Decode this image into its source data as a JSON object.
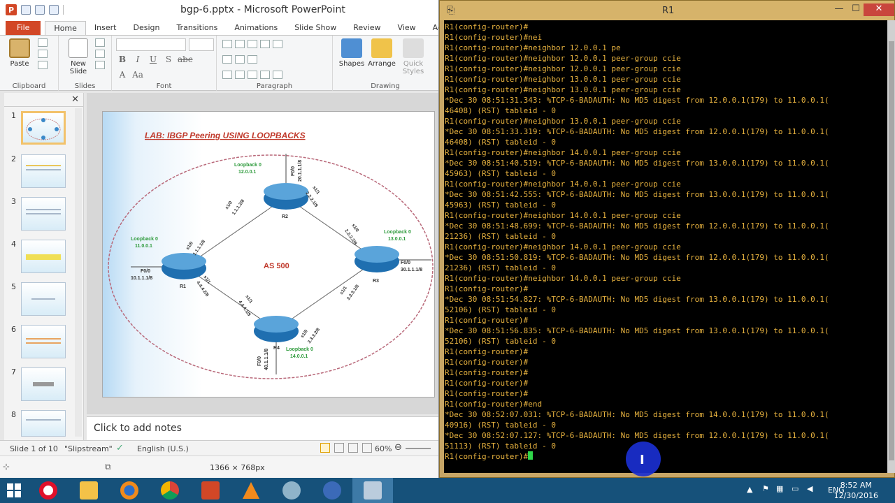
{
  "ppt": {
    "doc_title": "bgp-6.pptx - Microsoft PowerPoint",
    "tabs": [
      "File",
      "Home",
      "Insert",
      "Design",
      "Transitions",
      "Animations",
      "Slide Show",
      "Review",
      "View",
      "Add-I"
    ],
    "groups": {
      "clipboard": "Clipboard",
      "slides": "Slides",
      "font": "Font",
      "paragraph": "Paragraph",
      "drawing": "Drawing"
    },
    "buttons": {
      "paste": "Paste",
      "new_slide_1": "New",
      "new_slide_2": "Slide",
      "shapes": "Shapes",
      "arrange": "Arrange",
      "quick_1": "Quick",
      "quick_2": "Styles"
    },
    "thumbnails": [
      "1",
      "2",
      "3",
      "4",
      "5",
      "6",
      "7",
      "8"
    ],
    "notes_placeholder": "Click to add notes",
    "status": {
      "slide": "Slide 1 of 10",
      "theme": "\"Slipstream\"",
      "language": "English (U.S.)",
      "zoom": "60%"
    },
    "info": {
      "dimensions": "1366 × 768px"
    },
    "slide": {
      "title": "LAB: IBGP Peering USING LOOPBACKS",
      "as_label": "AS 500",
      "r1": "R1",
      "r2": "R2",
      "r3": "R3",
      "r4": "R4",
      "lb_r2_1": "Loopback 0",
      "lb_r2_2": "12.0.0.1",
      "lb_r1_1": "Loopback 0",
      "lb_r1_2": "11.0.0.1",
      "lb_r3_1": "Loopback 0",
      "lb_r3_2": "13.0.0.1",
      "lb_r4_1": "Loopback 0",
      "lb_r4_2": "14.0.0.1",
      "r1_f00_1": "F0/0",
      "r1_f00_2": "10.1.1.1/8",
      "r4_f00": "F0/0",
      "r4_ip": "40.1.1.1/8",
      "r2_f00": "F0/0",
      "r2_ip": "20.1.1.1/8",
      "r3_f00": "F0/0",
      "r3_ip": "30.1.1.1/8",
      "l_r1r2_a": "s1/0",
      "l_r1r2_b": "1.1.1.1/8",
      "l_r2r1_a": "s1/0",
      "l_r2r1_b": "1.1.1.2/8",
      "l_r2r3_a": "s1/1",
      "l_r2r3_b": "2.2.2.1/8",
      "l_r3r2_a": "s1/0",
      "l_r3r2_b": "2.2.2.2/8",
      "l_r1r4_a": "s1/1",
      "l_r1r4_b": "4.4.4.2/8",
      "l_r4r1_a": "s1/1",
      "l_r4r1_b": "4.4.4.1/8",
      "l_r3r4_a": "s1/1",
      "l_r3r4_b": "3.3.3.1/8",
      "l_r4r3_a": "s1/0",
      "l_r4r3_b": "3.3.3.2/8"
    }
  },
  "terminal": {
    "title": "R1",
    "lines": [
      "R1(config-router)#",
      "R1(config-router)#nei",
      "R1(config-router)#neighbor 12.0.0.1 pe",
      "R1(config-router)#neighbor 12.0.0.1 peer-group ccie",
      "R1(config-router)#neighbor 12.0.0.1 peer-group ccie",
      "R1(config-router)#neighbor 13.0.0.1 peer-group ccie",
      "R1(config-router)#neighbor 13.0.0.1 peer-group ccie",
      "*Dec 30 08:51:31.343: %TCP-6-BADAUTH: No MD5 digest from 12.0.0.1(179) to 11.0.0.1(",
      "46408) (RST) tableid - 0",
      "R1(config-router)#neighbor 13.0.0.1 peer-group ccie",
      "*Dec 30 08:51:33.319: %TCP-6-BADAUTH: No MD5 digest from 12.0.0.1(179) to 11.0.0.1(",
      "46408) (RST) tableid - 0",
      "R1(config-router)#neighbor 14.0.0.1 peer-group ccie",
      "*Dec 30 08:51:40.519: %TCP-6-BADAUTH: No MD5 digest from 13.0.0.1(179) to 11.0.0.1(",
      "45963) (RST) tableid - 0",
      "R1(config-router)#neighbor 14.0.0.1 peer-group ccie",
      "*Dec 30 08:51:42.555: %TCP-6-BADAUTH: No MD5 digest from 13.0.0.1(179) to 11.0.0.1(",
      "45963) (RST) tableid - 0",
      "R1(config-router)#neighbor 14.0.0.1 peer-group ccie",
      "*Dec 30 08:51:48.699: %TCP-6-BADAUTH: No MD5 digest from 12.0.0.1(179) to 11.0.0.1(",
      "21236) (RST) tableid - 0",
      "R1(config-router)#neighbor 14.0.0.1 peer-group ccie",
      "*Dec 30 08:51:50.819: %TCP-6-BADAUTH: No MD5 digest from 12.0.0.1(179) to 11.0.0.1(",
      "21236) (RST) tableid - 0",
      "R1(config-router)#neighbor 14.0.0.1 peer-group ccie",
      "R1(config-router)#",
      "*Dec 30 08:51:54.827: %TCP-6-BADAUTH: No MD5 digest from 13.0.0.1(179) to 11.0.0.1(",
      "52106) (RST) tableid - 0",
      "R1(config-router)#",
      "*Dec 30 08:51:56.835: %TCP-6-BADAUTH: No MD5 digest from 13.0.0.1(179) to 11.0.0.1(",
      "52106) (RST) tableid - 0",
      "R1(config-router)#",
      "R1(config-router)#",
      "R1(config-router)#",
      "R1(config-router)#",
      "R1(config-router)#",
      "R1(config-router)#end",
      "*Dec 30 08:52:07.031: %TCP-6-BADAUTH: No MD5 digest from 14.0.0.1(179) to 11.0.0.1(",
      "40916) (RST) tableid - 0",
      "*Dec 30 08:52:07.127: %TCP-6-BADAUTH: No MD5 digest from 12.0.0.1(179) to 11.0.0.1(",
      "51113) (RST) tableid - 0"
    ],
    "prompt": "R1(config-router)#"
  },
  "taskbar": {
    "apps": [
      "start",
      "opera",
      "file-explorer",
      "firefox",
      "chrome",
      "powerpoint",
      "vlc",
      "network-tool",
      "gns3",
      "putty"
    ],
    "language": "ENG",
    "time": "8:52 AM",
    "date": "12/30/2016"
  }
}
